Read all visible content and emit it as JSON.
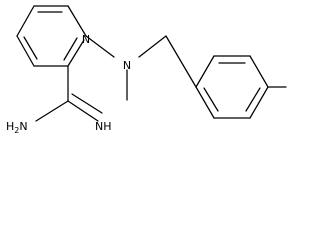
{
  "molecule": {
    "atom_labels": {
      "ring_nitrogen": "N",
      "amine_nitrogen": "N",
      "amino_group": "H2N",
      "amino_h": "H",
      "amino_2": "2",
      "amino_n": "N",
      "imino_group": "NH",
      "imino_n": "N",
      "imino_h": "H"
    },
    "colors": {
      "bond": "#000000",
      "label": "#000000",
      "background": "#ffffff"
    }
  }
}
